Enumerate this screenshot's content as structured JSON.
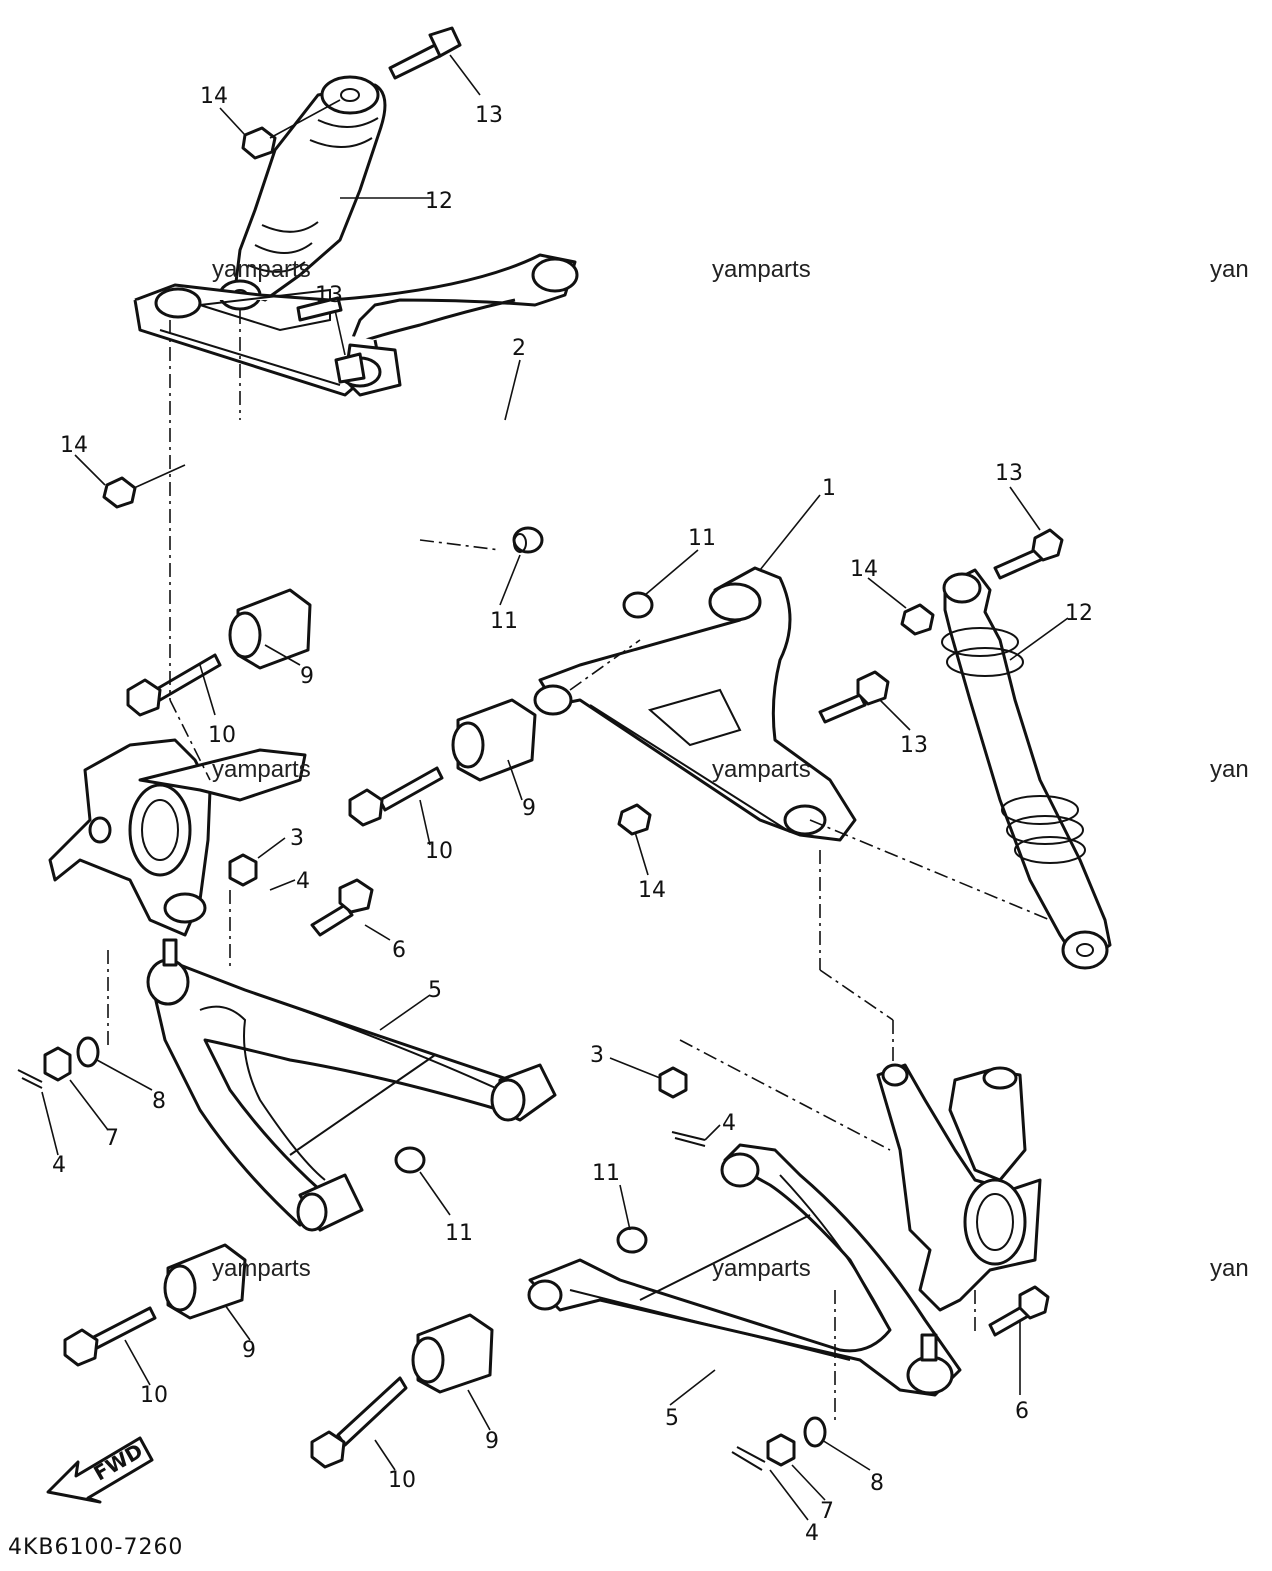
{
  "diagram": {
    "type": "exploded-parts-diagram",
    "part_code": "4KB6100-7260",
    "direction_label": "FWD",
    "watermarks": [
      "yamparts",
      "yamparts",
      "yan",
      "yamparts",
      "yamparts",
      "yan",
      "yamparts",
      "yamparts",
      "yan"
    ],
    "callouts": [
      "1",
      "2",
      "3",
      "3",
      "4",
      "4",
      "4",
      "4",
      "5",
      "5",
      "6",
      "6",
      "7",
      "7",
      "8",
      "8",
      "9",
      "9",
      "9",
      "9",
      "10",
      "10",
      "10",
      "10",
      "11",
      "11",
      "11",
      "11",
      "12",
      "12",
      "13",
      "13",
      "13",
      "13",
      "14",
      "14",
      "14",
      "14"
    ]
  }
}
